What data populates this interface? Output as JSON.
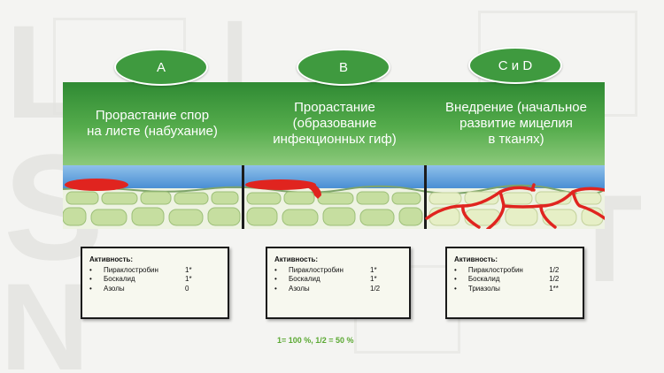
{
  "stages": [
    {
      "key": "A",
      "badge": "A",
      "title": "Прорастание спор\nна листе (набухание)",
      "activity_label": "Активность:",
      "activity": [
        {
          "name": "Пираклостробин",
          "value": "1*"
        },
        {
          "name": "Боскалид",
          "value": "1*"
        },
        {
          "name": "Азолы",
          "value": "0"
        }
      ]
    },
    {
      "key": "B",
      "badge": "B",
      "title": "Прорастание\n(образование\nинфекционных гиф)",
      "activity_label": "Активность:",
      "activity": [
        {
          "name": "Пираклостробин",
          "value": "1*"
        },
        {
          "name": "Боскалид",
          "value": "1*"
        },
        {
          "name": "Азолы",
          "value": "1/2"
        }
      ]
    },
    {
      "key": "CD",
      "badge": "C и D",
      "title": "Внедрение (начальное\nразвитие мицелия\nв тканях)",
      "activity_label": "Активность:",
      "activity": [
        {
          "name": "Пираклостробин",
          "value": "1/2"
        },
        {
          "name": "Боскалид",
          "value": "1/2"
        },
        {
          "name": "Триазолы",
          "value": "1**"
        }
      ]
    }
  ],
  "footnote": "1= 100 %, 1/2 = 50 %",
  "colors": {
    "green_dark": "#2f8a33",
    "green_light": "#8cc97b",
    "fungus_red": "#e0241f",
    "cell_green": "#c6dea0",
    "leaf_blue": "#4a93d8",
    "footnote_green": "#5aa832"
  }
}
